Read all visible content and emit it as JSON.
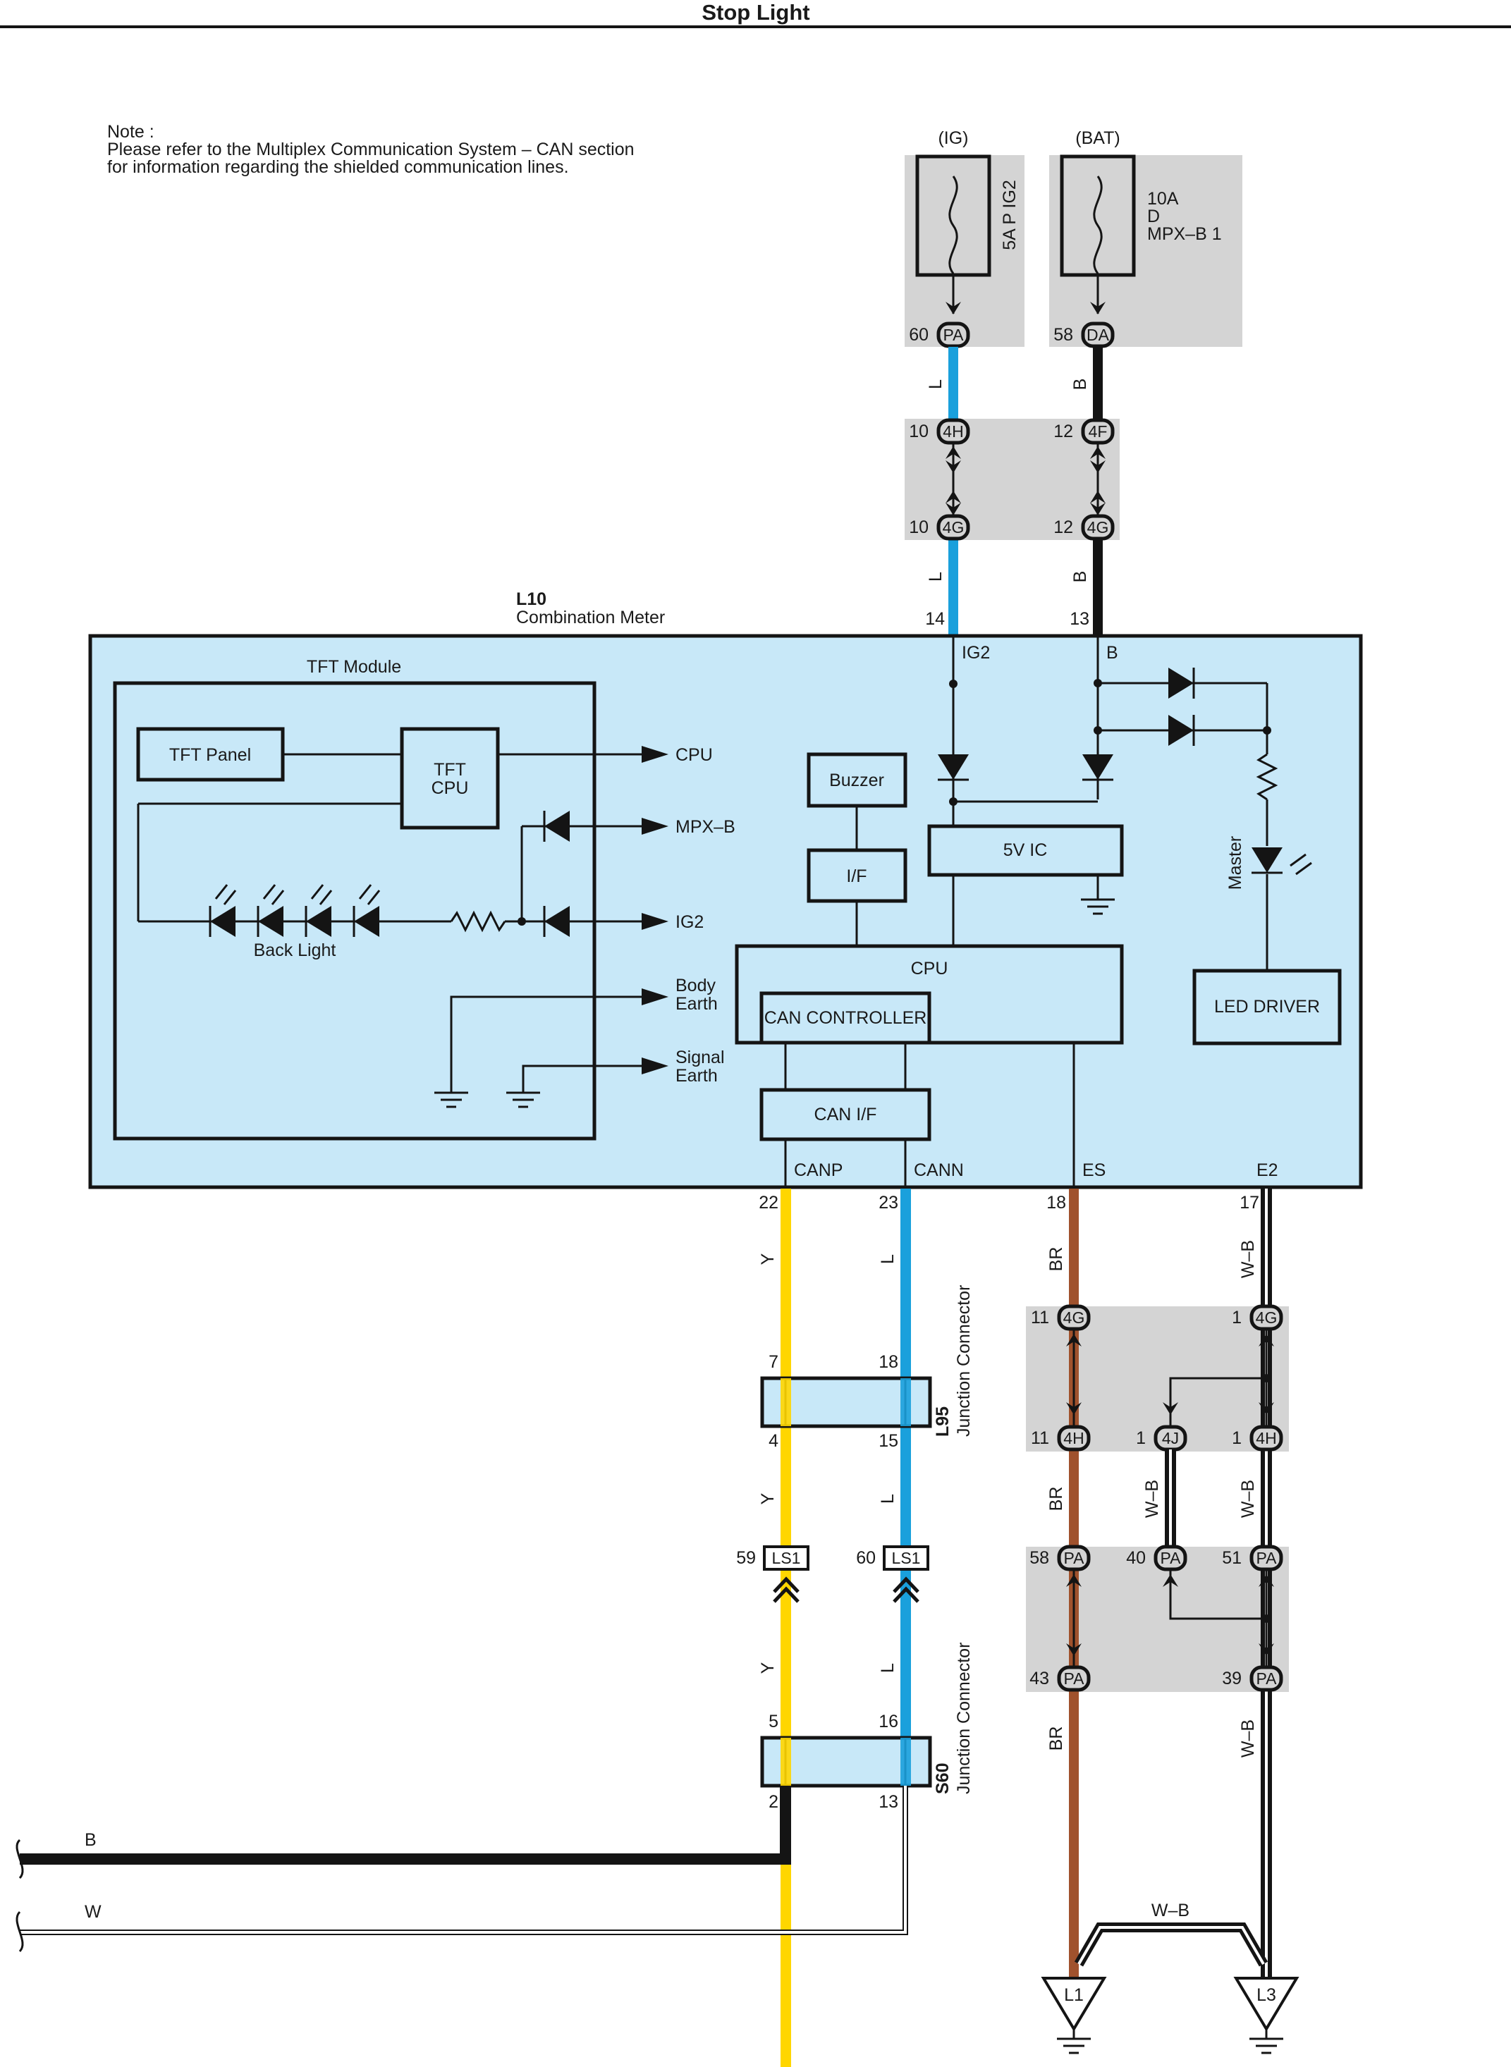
{
  "title": "Stop Light",
  "note": {
    "heading": "Note :",
    "lines": [
      "Please refer to the Multiplex Communication System – CAN section",
      "for information regarding the shielded communication lines."
    ]
  },
  "fuses": {
    "ig": {
      "source": "(IG)",
      "rating": "5A P IG2",
      "pin": "60",
      "connector": "PA"
    },
    "bat": {
      "source": "(BAT)",
      "rating": "10A",
      "line2": "D",
      "line3": "MPX–B 1",
      "pin": "58",
      "connector": "DA"
    }
  },
  "meter": {
    "id": "L10",
    "name": "Combination Meter",
    "pins": {
      "ig2": "14",
      "b": "13",
      "canp": "22",
      "cann": "23",
      "es": "18",
      "e2": "17"
    },
    "terminals": {
      "ig2": "IG2",
      "b": "B",
      "canp": "CANP",
      "cann": "CANN",
      "es": "ES",
      "e2": "E2"
    }
  },
  "tft": {
    "title": "TFT Module",
    "panel": "TFT Panel",
    "cpu_line1": "TFT",
    "cpu_line2": "CPU",
    "backlight": "Back Light",
    "outputs": {
      "cpu": "CPU",
      "mpxb": "MPX–B",
      "ig2": "IG2",
      "body1": "Body",
      "body2": "Earth",
      "signal1": "Signal",
      "signal2": "Earth"
    }
  },
  "blocks": {
    "buzzer": "Buzzer",
    "if": "I/F",
    "ic5v": "5V IC",
    "cpu": "CPU",
    "can_controller": "CAN CONTROLLER",
    "can_if": "CAN I/F",
    "led_driver": "LED DRIVER",
    "master": "Master"
  },
  "wire_colors": {
    "L": "#1aa0dc",
    "B": "#141414",
    "Y": "#ffd600",
    "BR": "#a0522d",
    "W": "#ffffff"
  },
  "wires": {
    "l": "L",
    "b": "B",
    "y": "Y",
    "br": "BR",
    "wb": "W–B",
    "w": "W"
  },
  "connectors": {
    "c4h_10": {
      "pin": "10",
      "id": "4H"
    },
    "c4f_12": {
      "pin": "12",
      "id": "4F"
    },
    "c4g_10": {
      "pin": "10",
      "id": "4G"
    },
    "c4g_12": {
      "pin": "12",
      "id": "4G"
    },
    "c4g_11": {
      "pin": "11",
      "id": "4G"
    },
    "c4g_1": {
      "pin": "1",
      "id": "4G"
    },
    "c4h_11": {
      "pin": "11",
      "id": "4H"
    },
    "c4j_1": {
      "pin": "1",
      "id": "4J"
    },
    "c4h_1": {
      "pin": "1",
      "id": "4H"
    },
    "pa58": {
      "pin": "58",
      "id": "PA"
    },
    "pa40": {
      "pin": "40",
      "id": "PA"
    },
    "pa51": {
      "pin": "51",
      "id": "PA"
    },
    "pa43": {
      "pin": "43",
      "id": "PA"
    },
    "pa39": {
      "pin": "39",
      "id": "PA"
    },
    "ls1_59": {
      "pin": "59",
      "id": "LS1"
    },
    "ls1_60": {
      "pin": "60",
      "id": "LS1"
    }
  },
  "junctions": {
    "l95": {
      "id": "L95",
      "name": "Junction Connector",
      "top_left": "7",
      "top_right": "18",
      "bottom_left": "4",
      "bottom_right": "15"
    },
    "s60": {
      "id": "S60",
      "name": "Junction Connector",
      "top_left": "5",
      "top_right": "16",
      "bottom_left": "2",
      "bottom_right": "13"
    }
  },
  "grounds": {
    "l1": "L1",
    "l3": "L3"
  }
}
